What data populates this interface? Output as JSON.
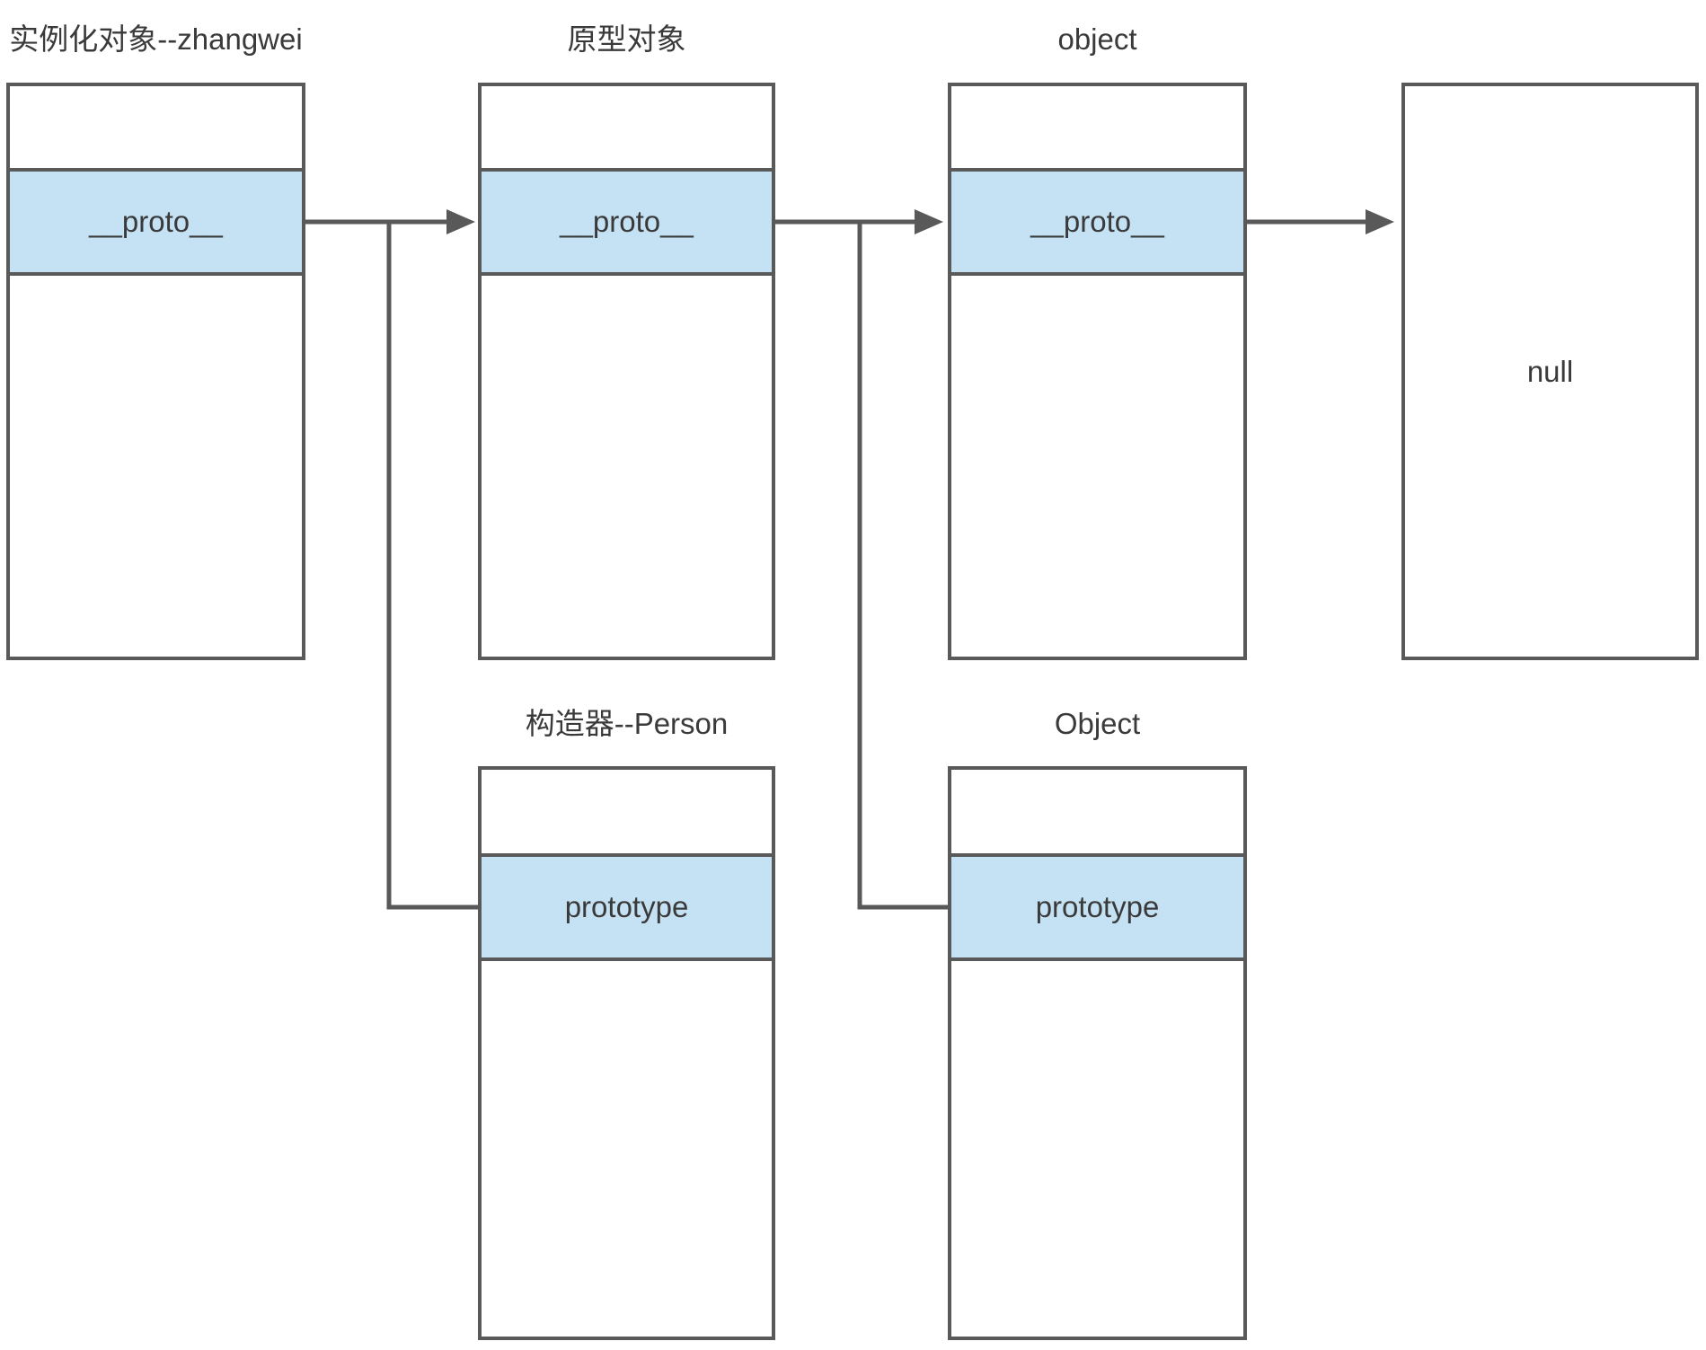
{
  "colors": {
    "border": "#595959",
    "highlight_fill": "#c5e2f4",
    "text": "#3a3a3a",
    "background": "#ffffff"
  },
  "boxes": {
    "instance": {
      "title": "实例化对象--zhangwei",
      "row": "__proto__"
    },
    "proto": {
      "title": "原型对象",
      "row": "__proto__"
    },
    "objectLower": {
      "title": "object",
      "row": "__proto__"
    },
    "nullBox": {
      "label": "null"
    },
    "person": {
      "title": "构造器--Person",
      "row": "prototype"
    },
    "objectUpper": {
      "title": "Object",
      "row": "prototype"
    }
  }
}
